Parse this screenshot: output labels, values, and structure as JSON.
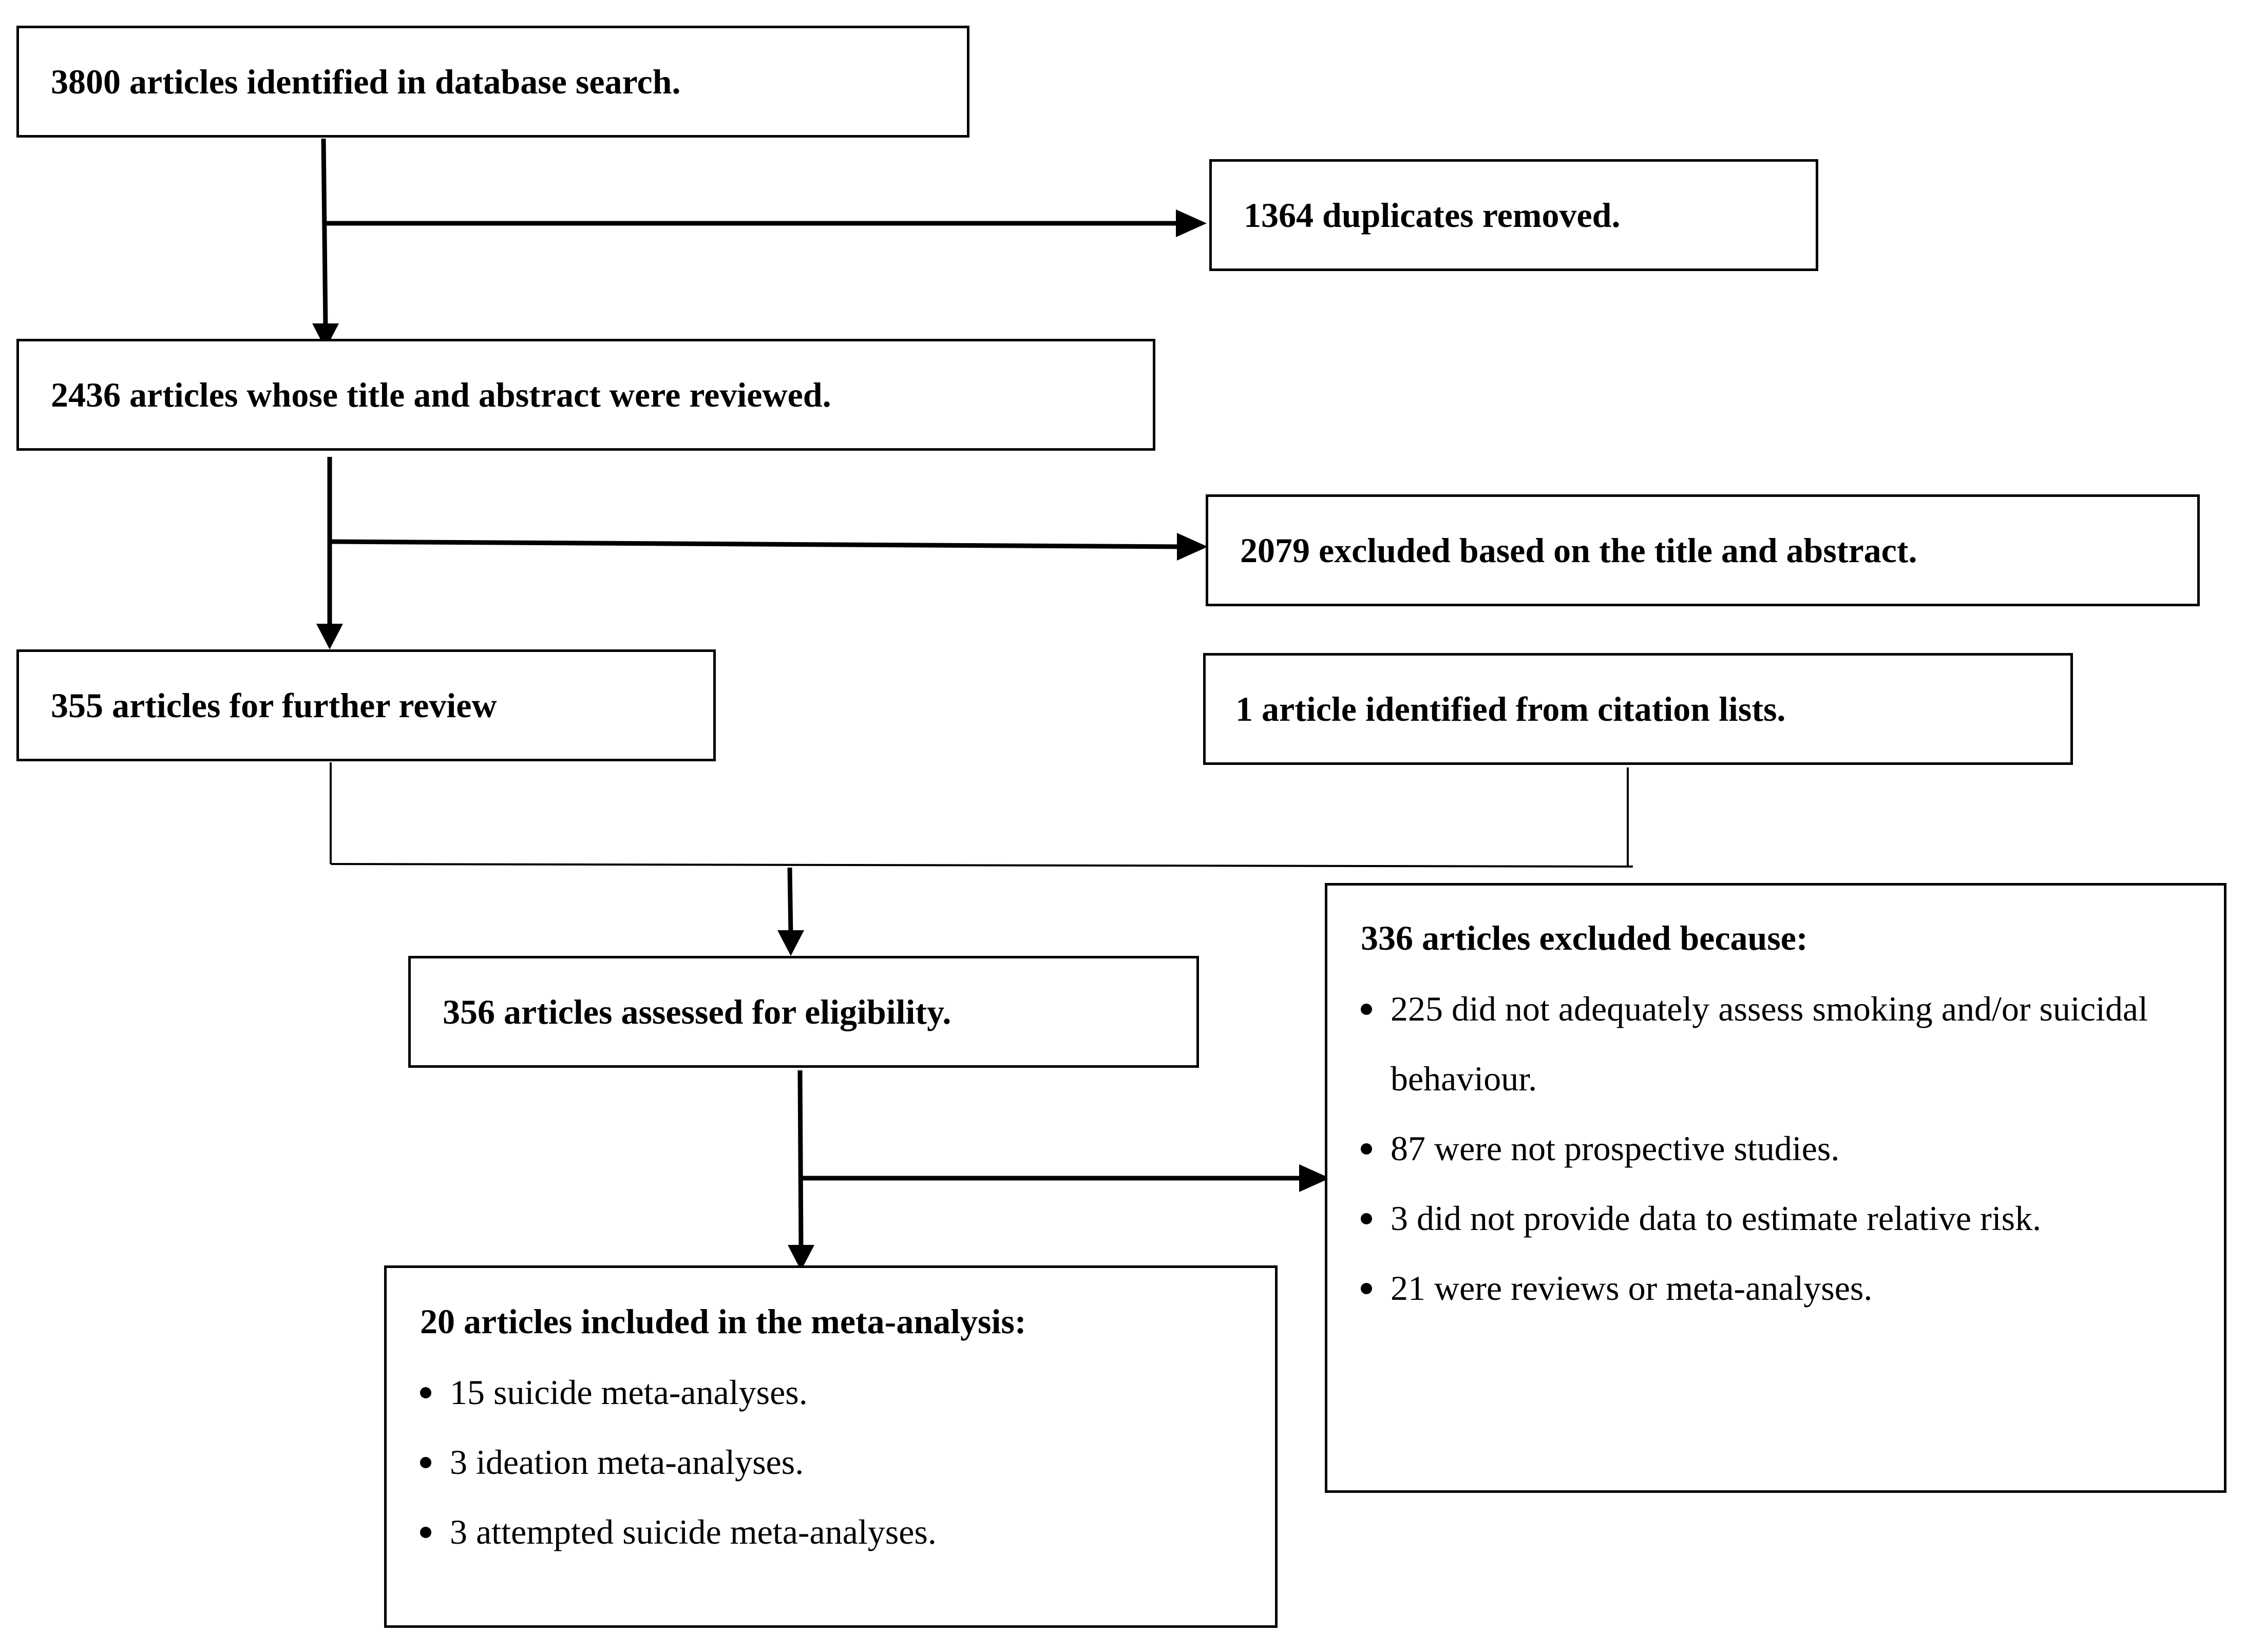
{
  "boxes": {
    "identified": {
      "label": "3800 articles identified in database search."
    },
    "duplicates": {
      "label": "1364 duplicates removed."
    },
    "screened": {
      "label": "2436 articles whose title and abstract were reviewed."
    },
    "excluded_title": {
      "label": "2079 excluded based on the title and abstract."
    },
    "further_review": {
      "label": "355 articles for further review"
    },
    "citation": {
      "label": "1 article identified from citation lists."
    },
    "eligibility": {
      "label": "356 articles assessed for eligibility."
    },
    "excluded_full": {
      "label": "336 articles excluded because:",
      "items": [
        "225 did not adequately assess smoking and/or suicidal behaviour.",
        "87 were not prospective studies.",
        "3 did not provide data to estimate relative risk.",
        "21 were reviews or meta-analyses."
      ]
    },
    "included": {
      "label": "20 articles included in the meta-analysis:",
      "items": [
        "15 suicide meta-analyses.",
        "3 ideation meta-analyses.",
        "3 attempted suicide meta-analyses."
      ]
    }
  }
}
